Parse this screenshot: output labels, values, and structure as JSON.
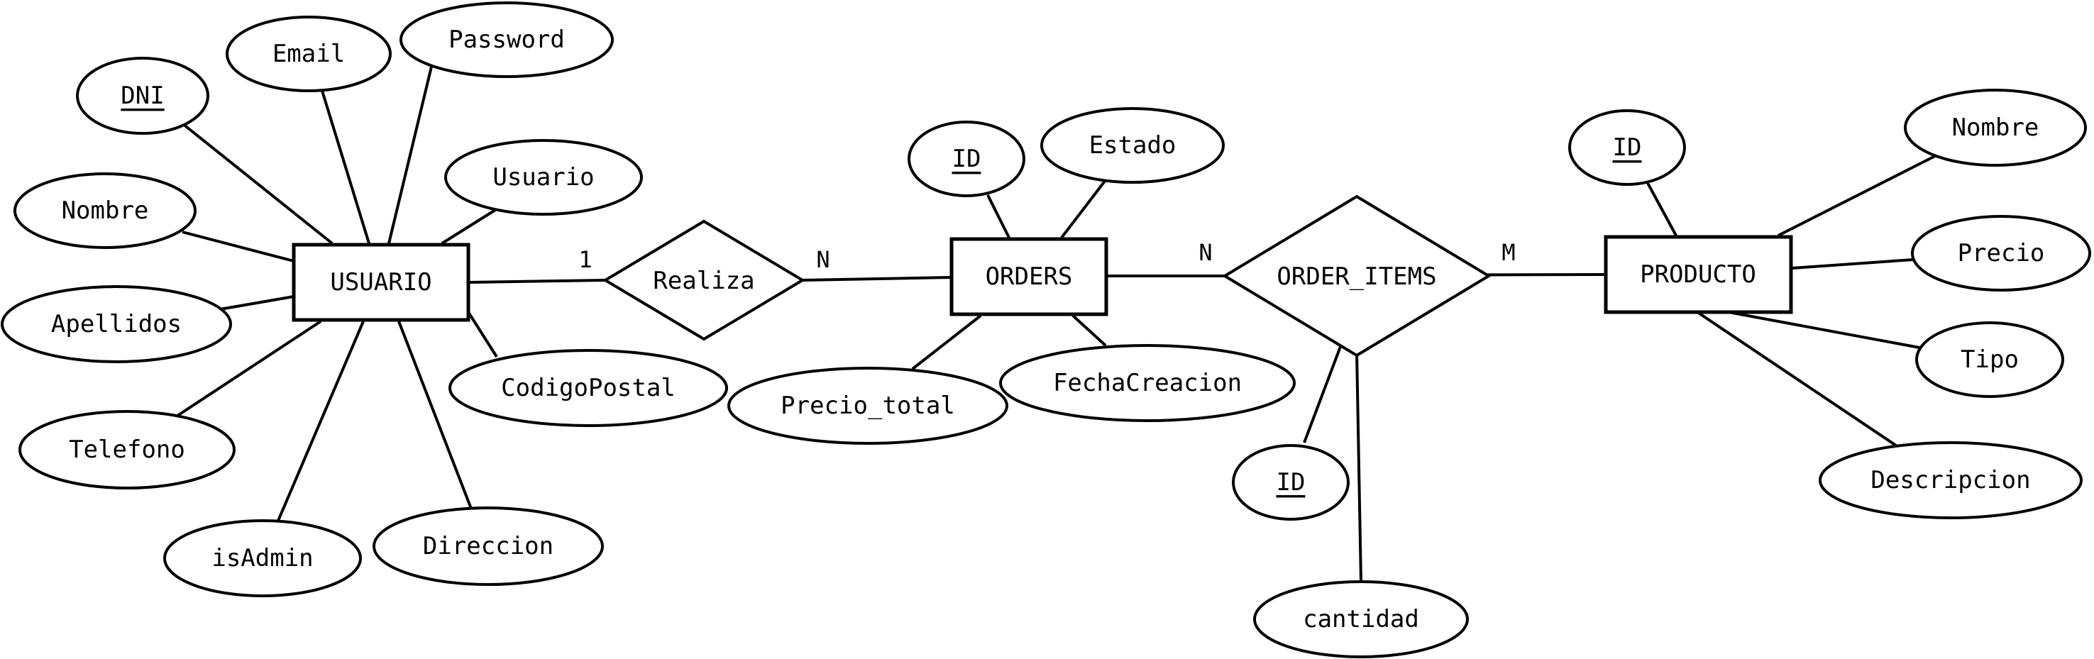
{
  "entities": {
    "usuario": "USUARIO",
    "orders": "ORDERS",
    "producto": "PRODUCTO"
  },
  "relationships": {
    "realiza": "Realiza",
    "order_items": "ORDER_ITEMS"
  },
  "cardinalities": {
    "usuario_realiza": "1",
    "realiza_orders": "N",
    "orders_items": "N",
    "items_producto": "M"
  },
  "usuario_attributes": {
    "dni": "DNI",
    "email": "Email",
    "password": "Password",
    "usuario": "Usuario",
    "nombre": "Nombre",
    "apellidos": "Apellidos",
    "telefono": "Telefono",
    "is_admin": "isAdmin",
    "direccion": "Direccion",
    "codigo_postal": "CodigoPostal"
  },
  "orders_attributes": {
    "id": "ID",
    "estado": "Estado",
    "precio_total": "Precio_total",
    "fecha_creacion": "FechaCreacion"
  },
  "order_items_attributes": {
    "id": "ID",
    "cantidad": "cantidad"
  },
  "producto_attributes": {
    "id": "ID",
    "nombre": "Nombre",
    "precio": "Precio",
    "tipo": "Tipo",
    "descripcion": "Descripcion"
  }
}
